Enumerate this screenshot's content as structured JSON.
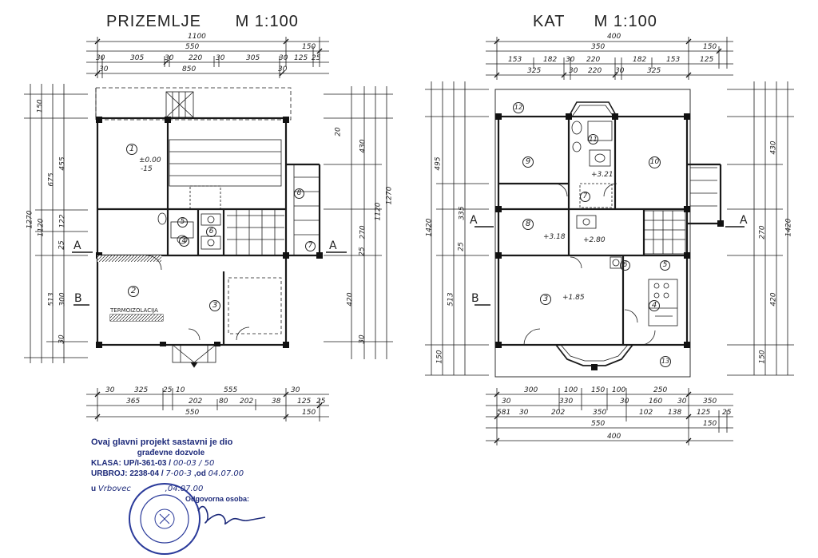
{
  "left_plan": {
    "title": "PRIZEMLJE",
    "scale": "M 1:100",
    "top_dims": {
      "row1": [
        "1100"
      ],
      "row2": [
        "550",
        "150"
      ],
      "row3": [
        "30",
        "305",
        "30",
        "220",
        "30",
        "305",
        "30",
        "125",
        "25"
      ],
      "row4": [
        "30",
        "850",
        "30"
      ]
    },
    "bottom_dims": {
      "row1": [
        "30",
        "325",
        "25",
        "10",
        "555",
        "30"
      ],
      "row2": [
        "365",
        "202",
        "80",
        "202",
        "38",
        "125",
        "25"
      ],
      "row3": [
        "550",
        "150"
      ]
    },
    "left_dims": [
      "1270",
      "1120",
      "675",
      "455",
      "150",
      "122",
      "25",
      "513",
      "300",
      "30"
    ],
    "right_dims": [
      "1270",
      "1120",
      "430",
      "270",
      "420",
      "30",
      "25",
      "20"
    ],
    "rooms": [
      "1",
      "2",
      "3",
      "4",
      "5",
      "6",
      "7",
      "8"
    ],
    "labels": [
      "±0.00",
      "-15",
      "TERMOIZOLACIJA",
      "A",
      "A",
      "B"
    ]
  },
  "right_plan": {
    "title": "KAT",
    "scale": "M 1:100",
    "top_dims": {
      "row1": [
        "400"
      ],
      "row2": [
        "350",
        "150"
      ],
      "row3": [
        "153",
        "182",
        "30",
        "220",
        "182",
        "153",
        "125"
      ],
      "row4": [
        "325",
        "30",
        "220",
        "30",
        "325"
      ]
    },
    "bottom_dims": {
      "row1": [
        "300",
        "100",
        "150",
        "100",
        "250"
      ],
      "row2": [
        "30",
        "330",
        "30",
        "160",
        "30",
        "350"
      ],
      "row3": [
        "581",
        "30",
        "202",
        "350",
        "102",
        "138",
        "125",
        "25"
      ],
      "row4": [
        "550",
        "150"
      ],
      "row5": [
        "400"
      ]
    },
    "left_dims": [
      "1420",
      "495",
      "335",
      "25",
      "513",
      "150"
    ],
    "right_dims": [
      "1420",
      "430",
      "270",
      "420",
      "150"
    ],
    "rooms": [
      "3",
      "4",
      "5",
      "6",
      "7",
      "8",
      "9",
      "10",
      "11",
      "12",
      "13"
    ],
    "labels": [
      "+3.18",
      "+3.21",
      "+2.80",
      "+1.85",
      "A",
      "A",
      "B"
    ]
  },
  "stamp": {
    "line1": "Ovaj glavni projekt sastavni je dio",
    "line2": "građevne dozvole",
    "klasa_label": "KLASA: UP/I-361-03 /",
    "klasa_val": "00-03 / 50",
    "urbroj_label": "URBROJ: 2238-04 /",
    "urbroj_val": "7-00-3",
    "od_label": ",od",
    "od_val": "04.07.00",
    "place_label": "u",
    "place_val": "Vrbovec",
    "date_val": ",04.07.00",
    "person_label": "Odgovorna osoba:"
  }
}
